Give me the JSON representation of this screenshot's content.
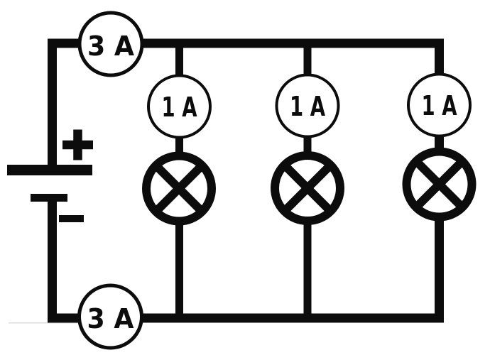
{
  "scene": {
    "background_color": "#ffffff",
    "ink_color": "#0c0c0c",
    "description": "Parallel circuit diagram: battery feeding three lamp branches, with ammeters"
  },
  "circuit": {
    "battery": {
      "plus_label": "+",
      "minus_label": "−"
    },
    "ammeters": [
      {
        "id": "main-top",
        "label": "3 A"
      },
      {
        "id": "branch-1",
        "label": "1 A"
      },
      {
        "id": "branch-2",
        "label": "1 A"
      },
      {
        "id": "branch-3",
        "label": "1 A"
      },
      {
        "id": "main-bottom",
        "label": "3 A"
      }
    ],
    "lamps": [
      {
        "id": "lamp-1"
      },
      {
        "id": "lamp-2"
      },
      {
        "id": "lamp-3"
      }
    ]
  }
}
